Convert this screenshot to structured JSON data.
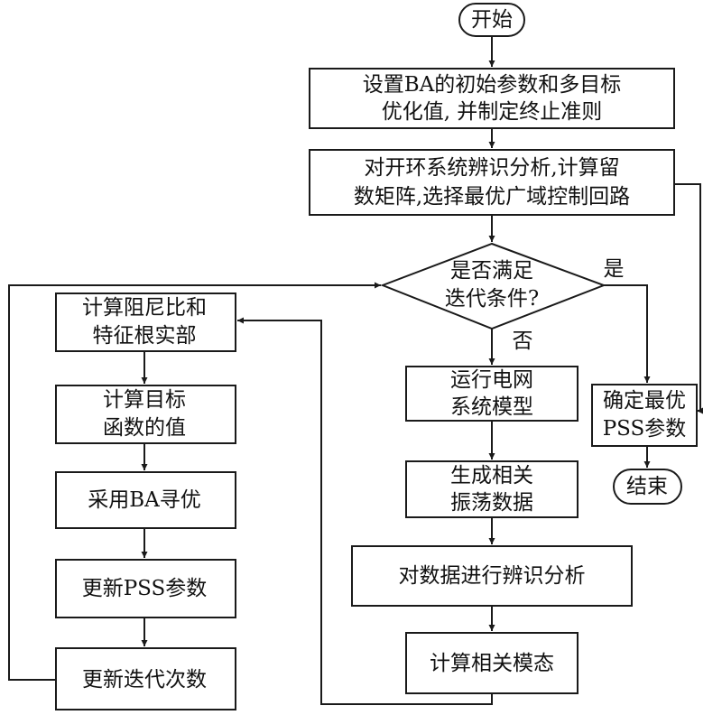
{
  "nodes": {
    "start": "开始",
    "init": [
      "设置BA的初始参数和多目标",
      "优化值, 并制定终止准则"
    ],
    "ident": [
      "对开环系统辨识分析,计算留",
      "数矩阵,选择最优广域控制回路"
    ],
    "decision": [
      "是否满足",
      "迭代条件?"
    ],
    "yes": "是",
    "no": "否",
    "confirm": [
      "确定最优",
      "PSS参数"
    ],
    "end": "结束",
    "run_grid": [
      "运行电网",
      "系统模型"
    ],
    "gen_data": [
      "生成相关",
      "振荡数据"
    ],
    "identify_data": "对数据进行辨识分析",
    "calc_mode": "计算相关模态",
    "damping": [
      "计算阻尼比和",
      "特征根实部"
    ],
    "objective": [
      "计算目标",
      "函数的值"
    ],
    "ba_opt": "采用BA寻优",
    "update_pss": "更新PSS参数",
    "update_iter": "更新迭代次数"
  }
}
